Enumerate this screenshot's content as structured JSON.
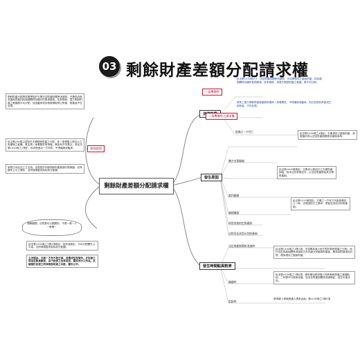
{
  "title": {
    "badge": "03",
    "text": "剩餘財產差額分配請求權"
  },
  "center": "剩餘財產差額分配請求權",
  "branches": {
    "legal_nature": {
      "label": "法律性質",
      "sub": "一身專屬性之請求權"
    },
    "occurrence": {
      "label": "發生原因"
    },
    "litigation": {
      "label": "發生時間點與救濟"
    }
  },
  "left_labels": {
    "red": "案例說明",
    "bubble": "理解翻閱；法院是可以翻閱的，不是一寫一人一幹嘛！"
  },
  "left_boxes": [
    "剩餘財產分配請求權是指於夫妻法定財產制關係消滅時，夫妻各自就其婚後財產扣除婚姻關係存續中所負債務後，如有剩餘，雙方剩餘財產之差額應平均分配。但因繼承或其他無償取得之財產，慰撫金不在此限。",
    "民法第244條以前對於夫妻剩餘財產之分配，依一般債權人得否以之為撤銷之客體，是否具一身專屬性等爭議，學說有不同看法。依民法第1030條之1規定，除非經過另一方同意，不得讓與或繼承。",
    "參酌日本民法之立法例，法院對於判斷剩餘財產差額分配數額，若有顯失公平之情形，法院得調整或免除其分配額。"
  ],
  "left_notes": [
    "民法第1030條之1第2項規定：依前項規定，平均分配顯失公平者，法院得調整或免除其分配額。",
    "立法理由：夫妻一方有不務正業、浪費成性等情形，於財產之增加並無貢獻者，自不能使之坐享其成，獲得非分之利益。此種情形如使之同享剩餘財產之半數，顯失公平。"
  ],
  "right_nodes": {
    "top_note": "一身專屬性",
    "quote": "民法第1030條之1：法定財產制關係消滅時，夫或妻現存之婚後財產，扣除婚姻關係存續所負債務後，如有剩餘，其雙方剩餘財產之差額，應平均分配。",
    "rule": "原則上雙方剩餘財產差額請求權係一身專屬性，不得讓與或繼承，但已依契約承諾或已起訴者，不在此限。",
    "consensus_label": "配偶之一方死亡",
    "causes": [
      "雙方合意離婚",
      "裁判離婚",
      "婚姻撤銷",
      "改用其他約定財產制",
      "法院宣告改用分別財產制"
    ],
    "occurrence_notes": [
      "民法第1030條之4規定：夫妻現存之婚後財產，其價值計算以法定財產制關係消滅時為準。",
      "民法第1005條規定：夫妻未以契約訂立夫妻財產制者，除本法另有規定外，以法定財產制為其夫妻財產制。",
      "民法第1010條規定：夫妻之一方有下列各款情形之一時，法院因他方之請求，得宣告改用分別財產制。"
    ],
    "timing": [
      "法定財產制關係消滅時",
      "離婚時",
      "起訴時"
    ],
    "remedy_notes": [
      "民法第1030條之3第1項：夫或妻為減少他方對於剩餘財產之分配，而於法定財產制關係消滅前五年內處分其婚後財產者，應將該財產追加計算，視為現存之婚後財產。",
      "民法第1030條之1第5項：請求權自請求權人知有剩餘財產之差額時起，二年間不行使而消滅。自法定財產制關係消滅時起，逾五年者亦同。",
      "請求權人得就受讓人請求返還：第1030條之3第2項"
    ]
  }
}
